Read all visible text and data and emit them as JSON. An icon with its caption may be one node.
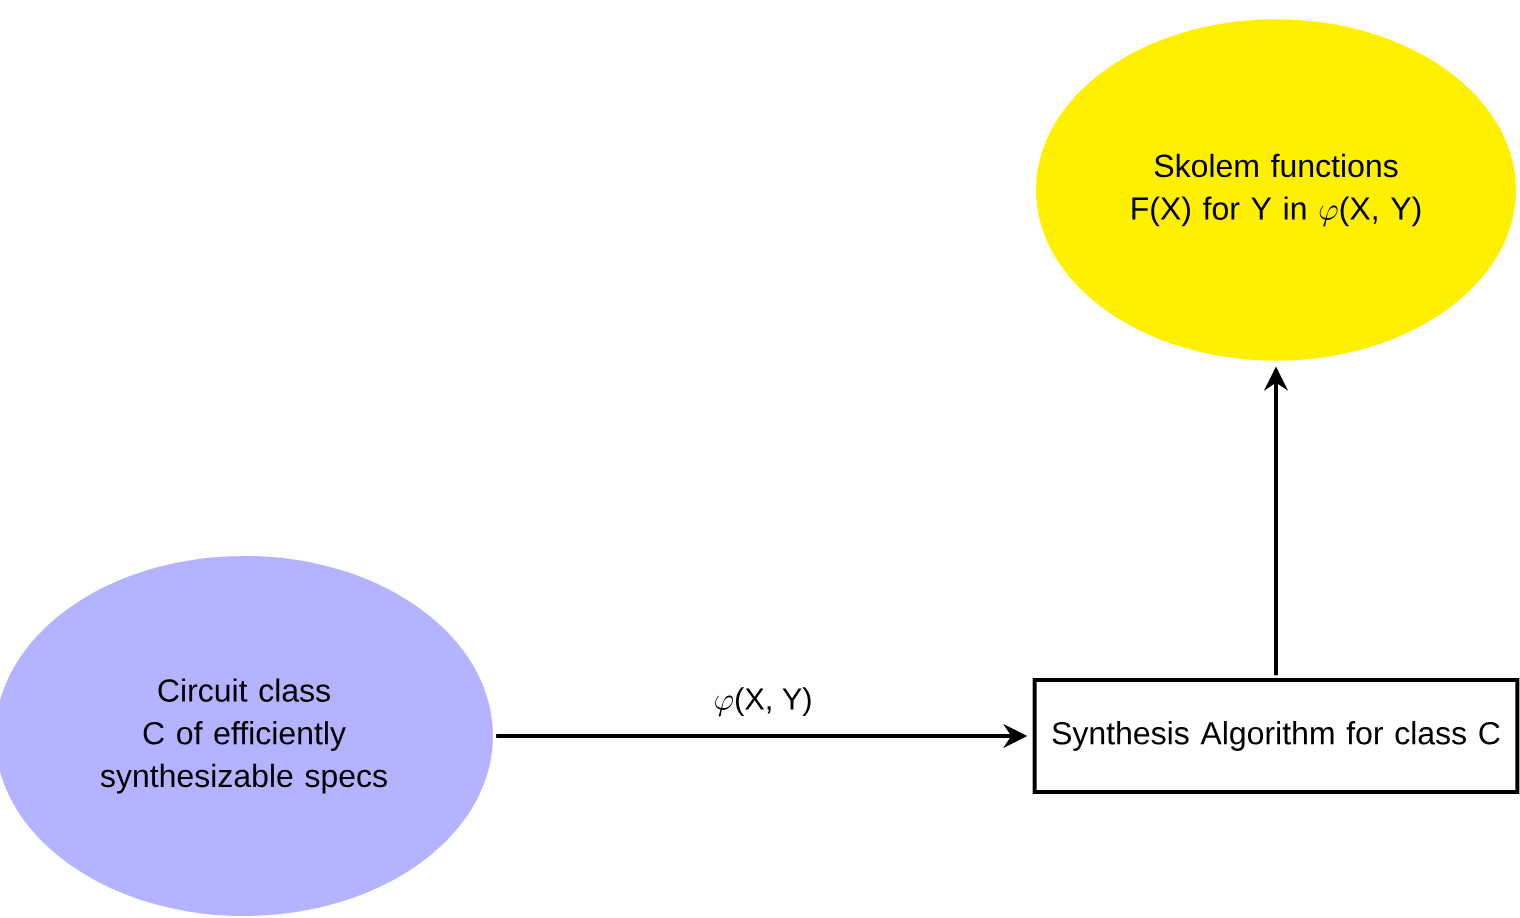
{
  "diagram": {
    "nodes": [
      {
        "text": [
          "Circuit class C of efficiently synthesizable specs"
        ]
      },
      {
        "text": [
          "Synthesis Algorithm for class C"
        ]
      },
      {
        "text": [
          "Skolem functions F(X) for Y in φ(X, Y)"
        ]
      }
    ],
    "edges": [
      {
        "from": 0,
        "to": 1,
        "arrow": "to",
        "label": "φ(X, Y)"
      },
      {
        "from": 1,
        "to": 2,
        "arrow": "to"
      }
    ]
  }
}
